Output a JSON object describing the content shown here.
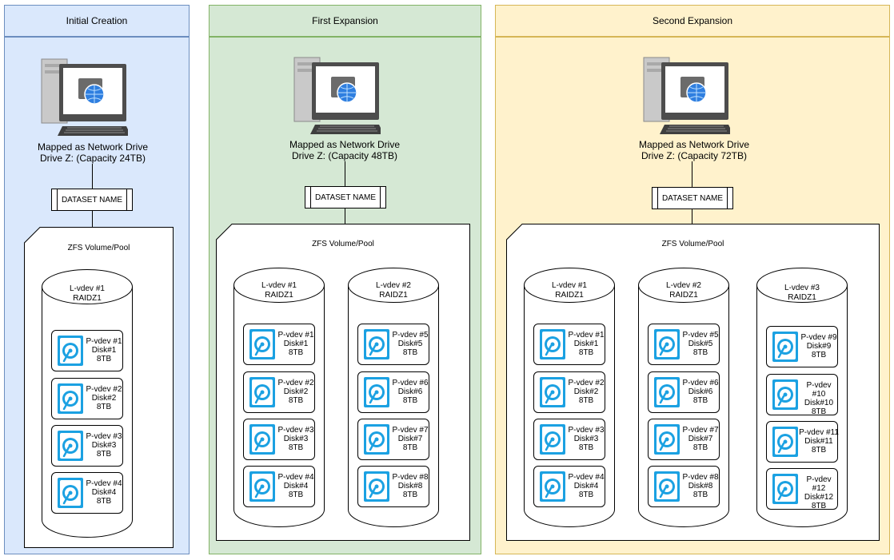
{
  "colors": {
    "lane1_fill": "#dae8fc",
    "lane1_stroke": "#6c8ebf",
    "lane2_fill": "#d5e8d4",
    "lane2_stroke": "#82b366",
    "lane3_fill": "#fff2cc",
    "lane3_stroke": "#d6b656",
    "disk_blue": "#1ba1e2"
  },
  "lanes": [
    {
      "title": "Initial Creation",
      "drive_label_1": "Mapped as Network Drive",
      "drive_label_2": "Drive Z: (Capacity 24TB)",
      "dataset": "DATASET NAME",
      "pool_label": "ZFS Volume/Pool",
      "lvdevs": [
        {
          "name": "L-vdev #1",
          "raid": "RAIDZ1",
          "pvdevs": [
            {
              "name": "P-vdev #1",
              "disk": "Disk#1",
              "size": "8TB"
            },
            {
              "name": "P-vdev #2",
              "disk": "Disk#2",
              "size": "8TB"
            },
            {
              "name": "P-vdev #3",
              "disk": "Disk#3",
              "size": "8TB"
            },
            {
              "name": "P-vdev #4",
              "disk": "Disk#4",
              "size": "8TB"
            }
          ]
        }
      ]
    },
    {
      "title": "First Expansion",
      "drive_label_1": "Mapped as Network Drive",
      "drive_label_2": "Drive Z: (Capacity 48TB)",
      "dataset": "DATASET NAME",
      "pool_label": "ZFS Volume/Pool",
      "lvdevs": [
        {
          "name": "L-vdev #1",
          "raid": "RAIDZ1",
          "pvdevs": [
            {
              "name": "P-vdev #1",
              "disk": "Disk#1",
              "size": "8TB"
            },
            {
              "name": "P-vdev #2",
              "disk": "Disk#2",
              "size": "8TB"
            },
            {
              "name": "P-vdev #3",
              "disk": "Disk#3",
              "size": "8TB"
            },
            {
              "name": "P-vdev #4",
              "disk": "Disk#4",
              "size": "8TB"
            }
          ]
        },
        {
          "name": "L-vdev #2",
          "raid": "RAIDZ1",
          "pvdevs": [
            {
              "name": "P-vdev #5",
              "disk": "Disk#5",
              "size": "8TB"
            },
            {
              "name": "P-vdev #6",
              "disk": "Disk#6",
              "size": "8TB"
            },
            {
              "name": "P-vdev #7",
              "disk": "Disk#7",
              "size": "8TB"
            },
            {
              "name": "P-vdev #8",
              "disk": "Disk#8",
              "size": "8TB"
            }
          ]
        }
      ]
    },
    {
      "title": "Second Expansion",
      "drive_label_1": "Mapped as Network Drive",
      "drive_label_2": "Drive Z: (Capacity 72TB)",
      "dataset": "DATASET NAME",
      "pool_label": "ZFS Volume/Pool",
      "lvdevs": [
        {
          "name": "L-vdev #1",
          "raid": "RAIDZ1",
          "pvdevs": [
            {
              "name": "P-vdev #1",
              "disk": "Disk#1",
              "size": "8TB"
            },
            {
              "name": "P-vdev #2",
              "disk": "Disk#2",
              "size": "8TB"
            },
            {
              "name": "P-vdev #3",
              "disk": "Disk#3",
              "size": "8TB"
            },
            {
              "name": "P-vdev #4",
              "disk": "Disk#4",
              "size": "8TB"
            }
          ]
        },
        {
          "name": "L-vdev #2",
          "raid": "RAIDZ1",
          "pvdevs": [
            {
              "name": "P-vdev #5",
              "disk": "Disk#5",
              "size": "8TB"
            },
            {
              "name": "P-vdev #6",
              "disk": "Disk#6",
              "size": "8TB"
            },
            {
              "name": "P-vdev #7",
              "disk": "Disk#7",
              "size": "8TB"
            },
            {
              "name": "P-vdev #8",
              "disk": "Disk#8",
              "size": "8TB"
            }
          ]
        },
        {
          "name": "L-vdev #3",
          "raid": "RAIDZ1",
          "pvdevs": [
            {
              "name": "P-vdev #9",
              "disk": "Disk#9",
              "size": "8TB"
            },
            {
              "name": "P-vdev #10",
              "disk": "Disk#10",
              "size": "8TB"
            },
            {
              "name": "P-vdev #11",
              "disk": "Disk#11",
              "size": "8TB"
            },
            {
              "name": "P-vdev #12",
              "disk": "Disk#12",
              "size": "8TB"
            }
          ]
        }
      ]
    }
  ]
}
